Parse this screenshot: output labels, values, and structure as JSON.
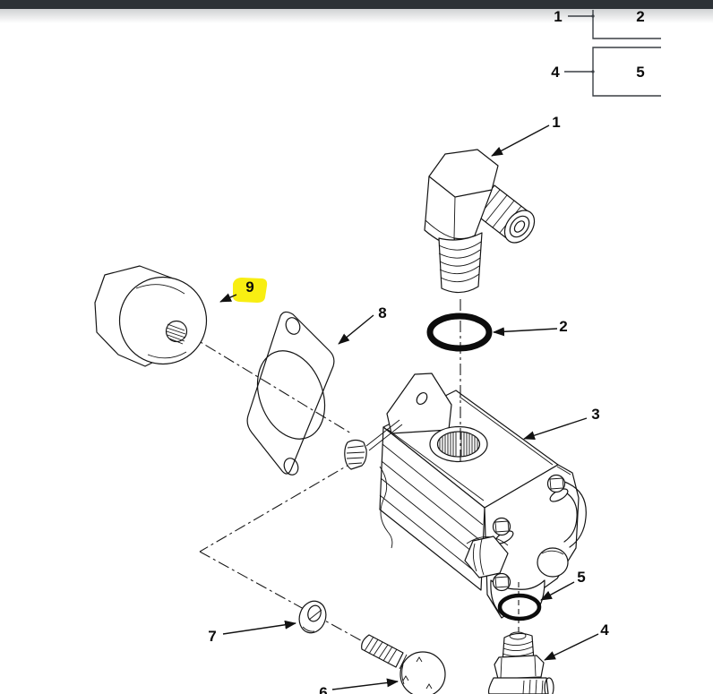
{
  "chrome": {
    "top_bar_color": "#2d3237"
  },
  "legend": {
    "groups": [
      {
        "parent_label": "1",
        "child_label": "2"
      },
      {
        "parent_label": "4",
        "child_label": "5"
      }
    ]
  },
  "diagram": {
    "highlight_color": "#f8ee12",
    "callouts": [
      {
        "label": "1",
        "part": "elbow-fitting-large"
      },
      {
        "label": "2",
        "part": "o-ring-large"
      },
      {
        "label": "3",
        "part": "pump-body"
      },
      {
        "label": "4",
        "part": "elbow-fitting-small"
      },
      {
        "label": "5",
        "part": "o-ring-small"
      },
      {
        "label": "6",
        "part": "hex-bolt"
      },
      {
        "label": "7",
        "part": "washer"
      },
      {
        "label": "8",
        "part": "gasket"
      },
      {
        "label": "9",
        "part": "drive-coupling",
        "highlighted": true
      }
    ]
  }
}
